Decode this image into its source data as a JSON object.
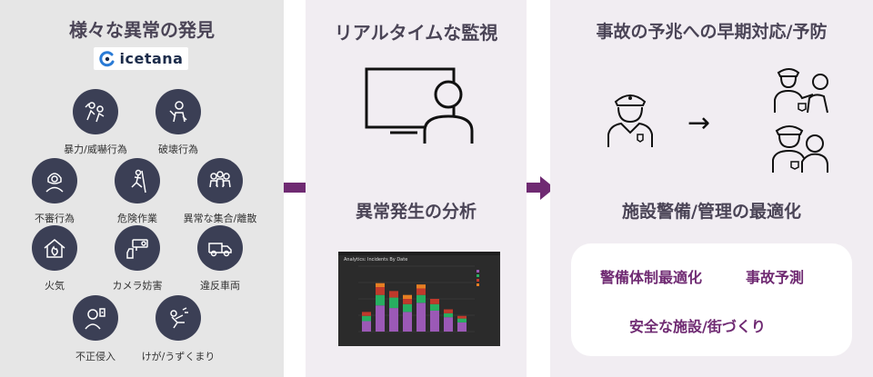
{
  "panel_left": {
    "title": "様々な異常の発見",
    "logo_text": "icetana",
    "items": [
      {
        "icon": "violence-icon",
        "label": "暴力/威嚇行為"
      },
      {
        "icon": "vandalism-icon",
        "label": "破壊行為"
      },
      {
        "icon": "suspicious-person-icon",
        "label": "不審行為"
      },
      {
        "icon": "fall-hazard-icon",
        "label": "危険作業"
      },
      {
        "icon": "crowd-icon",
        "label": "異常な集合/離散"
      },
      {
        "icon": "fire-icon",
        "label": "火気"
      },
      {
        "icon": "camera-block-icon",
        "label": "カメラ妨害"
      },
      {
        "icon": "vehicle-icon",
        "label": "違反車両"
      },
      {
        "icon": "intrusion-icon",
        "label": "不正侵入"
      },
      {
        "icon": "injury-icon",
        "label": "けが/うずくまり"
      }
    ]
  },
  "panel_middle": {
    "title": "リアルタイムな監視",
    "subtitle": "異常発生の分析",
    "dashboard_title": "Analytics: Incidents By Date",
    "dashboard_bars": [
      [
        0.16,
        0.08,
        0.06
      ],
      [
        0.4,
        0.16,
        0.12,
        0.06
      ],
      [
        0.36,
        0.16,
        0.1
      ],
      [
        0.3,
        0.12,
        0.08,
        0.06
      ],
      [
        0.44,
        0.12,
        0.1,
        0.06
      ],
      [
        0.32,
        0.1,
        0.08
      ],
      [
        0.22,
        0.06,
        0.06
      ],
      [
        0.14,
        0.06,
        0.04
      ]
    ],
    "dashboard_colors": [
      "#9b59b6",
      "#27ae60",
      "#c0392b",
      "#e67e22"
    ]
  },
  "panel_right": {
    "title": "事故の予兆への早期対応/予防",
    "subtitle": "施設警備/管理の最適化",
    "arrow": "→",
    "responses": [
      "警備体制最適化",
      "事故予測",
      "安全な施設/街づくり"
    ]
  }
}
